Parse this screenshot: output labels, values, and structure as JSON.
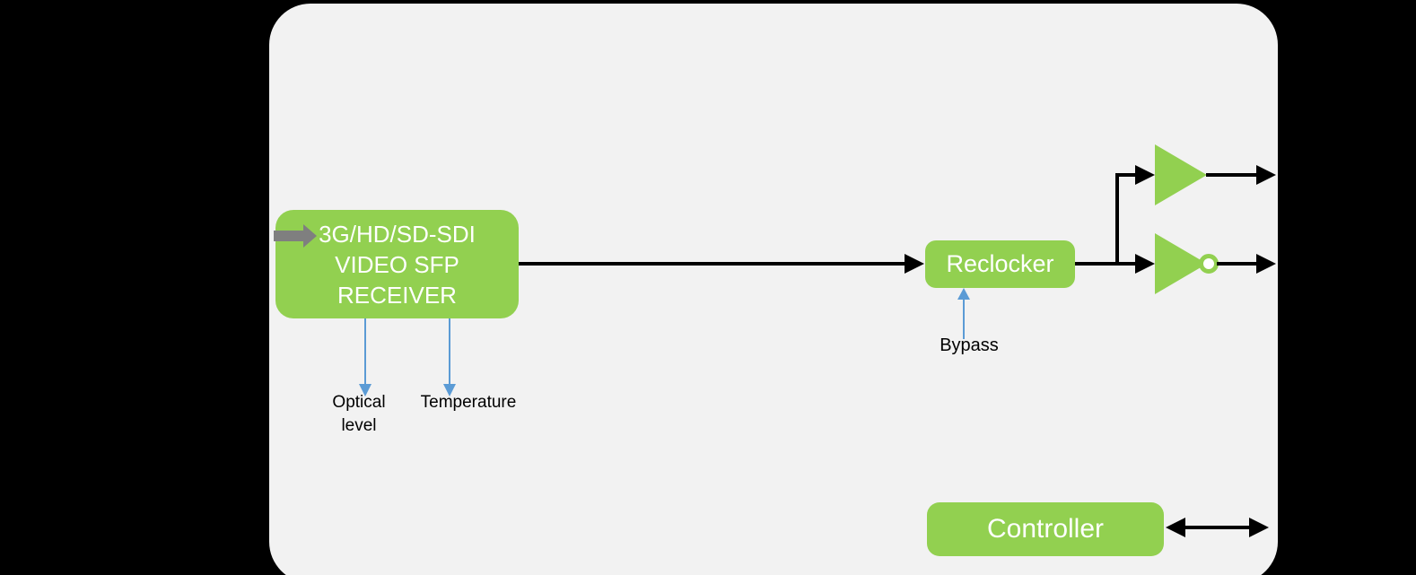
{
  "colors": {
    "background": "#000000",
    "panel": "#f2f2f2",
    "green": "#92d050",
    "blue": "#5b9bd5",
    "gray": "#7f7f7f",
    "line": "#000000",
    "text_light": "#ffffff",
    "text_dark": "#000000"
  },
  "blocks": {
    "receiver": {
      "lines": [
        "3G/HD/SD-SDI",
        "VIDEO SFP",
        "RECEIVER"
      ]
    },
    "reclocker": {
      "label": "Reclocker"
    },
    "controller": {
      "label": "Controller"
    }
  },
  "labels": {
    "optical_level": "Optical level",
    "temperature": "Temperature",
    "bypass": "Bypass"
  }
}
